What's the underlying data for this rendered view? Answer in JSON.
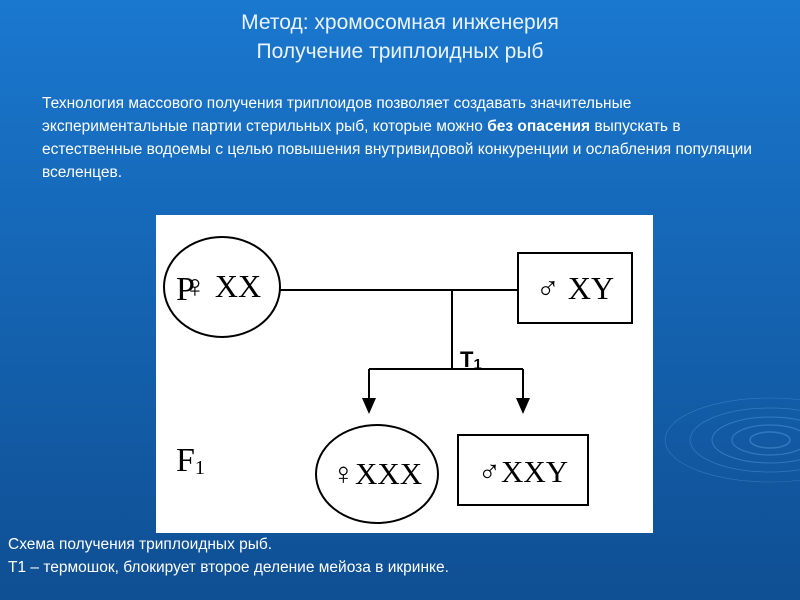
{
  "title": {
    "line1": "Метод: хромосомная инженерия",
    "line2": "Получение триплоидных рыб"
  },
  "intro": {
    "part1": "Технология массового получения триплоидов позволяет создавать значительные экспериментальные партии стерильных рыб, которые можно ",
    "bold": "без опасения",
    "part2": " выпускать в естественные водоемы с целью повышения внутривидовой конкуренции и ослабления популяции вселенцев."
  },
  "diagram": {
    "p_label": "P",
    "f1_label_main": "F",
    "f1_label_sub": "1",
    "parent_female": "♀ XX",
    "parent_male": "♂ XY",
    "treatment_main": "T",
    "treatment_sub": "1",
    "offspring_female": "♀XXX",
    "offspring_male": "♂XXY"
  },
  "caption": {
    "line1": "Схема получения триплоидных рыб.",
    "line2": "Т1 – термошок, блокирует второе деление мейоза в икринке."
  },
  "colors": {
    "background": "#1565b4",
    "panel": "#ffffff",
    "diagram_ink": "#000000"
  }
}
